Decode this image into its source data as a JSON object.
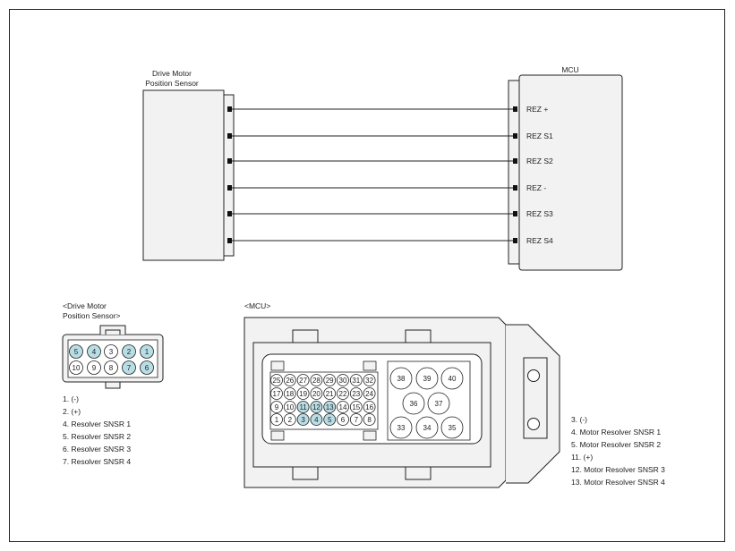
{
  "schematic": {
    "sensor_title_line1": "Drive Motor",
    "sensor_title_line2": "Position Sensor",
    "mcu_title": "MCU",
    "signals": [
      "REZ +",
      "REZ S1",
      "REZ S2",
      "REZ -",
      "REZ S3",
      "REZ S4"
    ]
  },
  "sensor_connector": {
    "title_line1": "<Drive Motor",
    "title_line2": "Position Sensor>",
    "top_row": [
      {
        "n": "5",
        "hl": true
      },
      {
        "n": "4",
        "hl": true
      },
      {
        "n": "3",
        "hl": false
      },
      {
        "n": "2",
        "hl": true
      },
      {
        "n": "1",
        "hl": true
      }
    ],
    "bottom_row": [
      {
        "n": "10",
        "hl": false
      },
      {
        "n": "9",
        "hl": false
      },
      {
        "n": "8",
        "hl": false
      },
      {
        "n": "7",
        "hl": true
      },
      {
        "n": "6",
        "hl": true
      }
    ],
    "pin_list": [
      "1. (-)",
      "2. (+)",
      "4. Resolver SNSR 1",
      "5. Resolver SNSR 2",
      "6. Resolver SNSR 3",
      "7. Resolver SNSR 4"
    ]
  },
  "mcu_connector": {
    "title": "<MCU>",
    "rows": [
      [
        {
          "n": "25",
          "hl": false
        },
        {
          "n": "26",
          "hl": false
        },
        {
          "n": "27",
          "hl": false
        },
        {
          "n": "28",
          "hl": false
        },
        {
          "n": "29",
          "hl": false
        },
        {
          "n": "30",
          "hl": false
        },
        {
          "n": "31",
          "hl": false
        },
        {
          "n": "32",
          "hl": false
        }
      ],
      [
        {
          "n": "17",
          "hl": false
        },
        {
          "n": "18",
          "hl": false
        },
        {
          "n": "19",
          "hl": false
        },
        {
          "n": "20",
          "hl": false
        },
        {
          "n": "21",
          "hl": false
        },
        {
          "n": "22",
          "hl": false
        },
        {
          "n": "23",
          "hl": false
        },
        {
          "n": "24",
          "hl": false
        }
      ],
      [
        {
          "n": "9",
          "hl": false
        },
        {
          "n": "10",
          "hl": false
        },
        {
          "n": "11",
          "hl": true
        },
        {
          "n": "12",
          "hl": true
        },
        {
          "n": "13",
          "hl": true
        },
        {
          "n": "14",
          "hl": false
        },
        {
          "n": "15",
          "hl": false
        },
        {
          "n": "16",
          "hl": false
        }
      ],
      [
        {
          "n": "1",
          "hl": false
        },
        {
          "n": "2",
          "hl": false
        },
        {
          "n": "3",
          "hl": true
        },
        {
          "n": "4",
          "hl": true
        },
        {
          "n": "5",
          "hl": true
        },
        {
          "n": "6",
          "hl": false
        },
        {
          "n": "7",
          "hl": false
        },
        {
          "n": "8",
          "hl": false
        }
      ]
    ],
    "big_top": [
      "38",
      "39",
      "40"
    ],
    "big_mid": [
      "36",
      "37"
    ],
    "big_bottom": [
      "33",
      "34",
      "35"
    ],
    "pin_list": [
      "3. (-)",
      "4. Motor Resolver SNSR 1",
      "5. Motor Resolver SNSR 2",
      "11. (+)",
      "12. Motor Resolver SNSR 3",
      "13. Motor Resolver SNSR 4"
    ]
  },
  "colors": {
    "highlight": "#b9dde5",
    "line": "#222222"
  }
}
